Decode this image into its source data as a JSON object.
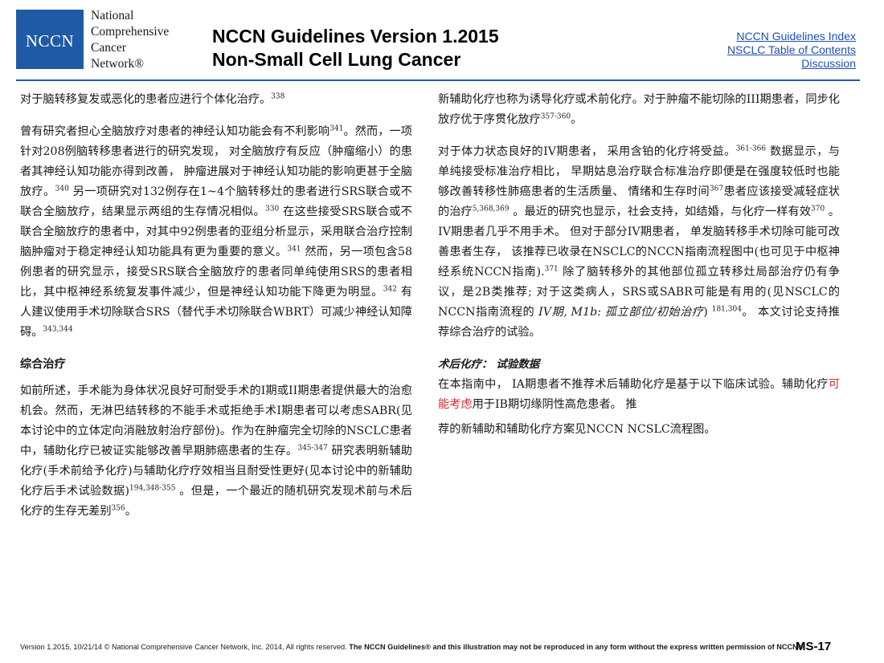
{
  "logo": {
    "box_text": "NCCN",
    "line1": "National",
    "line2": "Comprehensive",
    "line3": "Cancer",
    "line4": "Network®"
  },
  "header": {
    "title_line1": "NCCN Guidelines Version 1.2015",
    "title_line2": "Non-Small Cell Lung Cancer",
    "link_index": "NCCN Guidelines Index",
    "link_toc": "NSCLC Table of Contents",
    "link_discussion": "Discussion"
  },
  "left": {
    "p1": "对于脑转移复发或恶化的患者应进行个体化治疗。",
    "p1_ref": "338",
    "p2_a": "曾有研究者担心全脑放疗对患者的神经认知功能会有不利影响",
    "p2_ref1": "341",
    "p2_b": "。然而，一项针对208例脑转移患者进行的研究发现， 对全脑放疗有反应（肿瘤缩小）的患者其神经认知功能亦得到改善， 肿瘤进展对于神经认知功能的影响更甚于全脑放疗。",
    "p2_ref2": "340",
    "p2_c": " 另一项研究对132例存在1~4个脑转移灶的患者进行SRS联合或不联合全脑放疗，结果显示两组的生存情况相似。",
    "p2_ref3": "330",
    "p2_d": " 在这些接受SRS联合或不联合全脑放疗的患者中，对其中92例患者的亚组分析显示，采用联合治疗控制脑肿瘤对于稳定神经认知功能具有更为重要的意义。",
    "p2_ref4": "341",
    "p2_e": " 然而，另一项包含58例患者的研究显示，接受SRS联合全脑放疗的患者同单纯使用SRS的患者相比，其中枢神经系统复发事件减少，但是神经认知功能下降更为明显。",
    "p2_ref5": "342",
    "p2_f": " 有人建议使用手术切除联合SRS（替代手术切除联合WBRT）可减少神经认知障碍。",
    "p2_ref6": "343,344",
    "h1": "综合治疗",
    "p3_a": "如前所述，手术能为身体状况良好可耐受手术的I期或II期患者提供最大的治愈机会。然而，无淋巴结转移的不能手术或拒绝手术I期患者可以考虑SABR(见本讨论中的立体定向消融放射治疗部份)。作为在肿瘤完全切除的NSCLC患者中，辅助化疗已被证实能够改善早期肺癌患者的生存。",
    "p3_ref1": "345-347",
    "p3_b": " 研究表明新辅助化疗(手术前给予化疗)与辅助化疗疗效相当且耐受性更好(见本讨论中的新辅助化疗后手术试验数据)",
    "p3_ref2": "194,348-355",
    "p3_c": " 。但是，一个最近的随机研究发现术前与术后化疗的生存无差别",
    "p3_ref3": "356",
    "p3_d": "。"
  },
  "right": {
    "p1_a": "新辅助化疗也称为诱导化疗或术前化疗。对于肿瘤不能切除的III期患者，同步化放疗优于序贯化放疗",
    "p1_ref": "357-360",
    "p1_b": "。",
    "p2_a": "对于体力状态良好的IV期患者， 采用含铂的化疗将受益。",
    "p2_ref1": "361-366",
    "p2_b": " 数据显示，与单纯接受标准治疗相比， 早期姑息治疗联合标准治疗即便是在强度较低时也能够改善转移性肺癌患者的生活质量、 情绪和生存时间",
    "p2_ref2": "367",
    "p2_c": "患者应该接受减轻症状的治疗",
    "p2_ref3": "5,368,369",
    "p2_d": " 。最近的研究也显示，社会支持，如结婚，与化疗一样有效",
    "p2_ref4": "370",
    "p2_e": " 。IV期患者几乎不用手术。 但对于部分IV期患者， 单发脑转移手术切除可能可改善患者生存， 该推荐已收录在NSCLC的NCCN指南流程图中(也可见于中枢神经系统NCCN指南).",
    "p2_ref5": "371",
    "p2_f": " 除了脑转移外的其他部位孤立转移灶局部治疗仍有争议，是2B类推荐; 对于这类病人，SRS或SABR可能是有用的(见NSCLC的NCCN指南流程的 ",
    "p2_ital": "IV期, M1b: 孤立部位/初始治疗",
    "p2_g": ") ",
    "p2_ref6": "181,304",
    "p2_h": "。 本文讨论支持推荐综合治疗的试验。",
    "h2": "术后化疗： 试验数据",
    "p3_a": "在本指南中， IA期患者不推荐术后辅助化疗是基于以下临床试验。辅助化疗",
    "p3_red": "可能考虑",
    "p3_b": "用于IB期切缘阴性高危患者。 推",
    "p4": "荐的新辅助和辅助化疗方案见NCCN NCSLC流程图。"
  },
  "footer": {
    "text": "Version 1.2015, 10/21/14 © National Comprehensive Cancer Network, Inc. 2014, All rights reserved. ",
    "bold": "The NCCN Guidelines® and this illustration may not be reproduced in any form without the express written permission of NCCN®.",
    "page": "MS-17"
  },
  "colors": {
    "brand_blue": "#1f5aa6",
    "link_blue": "#1f4fb4",
    "highlight_red": "#d42b2b"
  }
}
